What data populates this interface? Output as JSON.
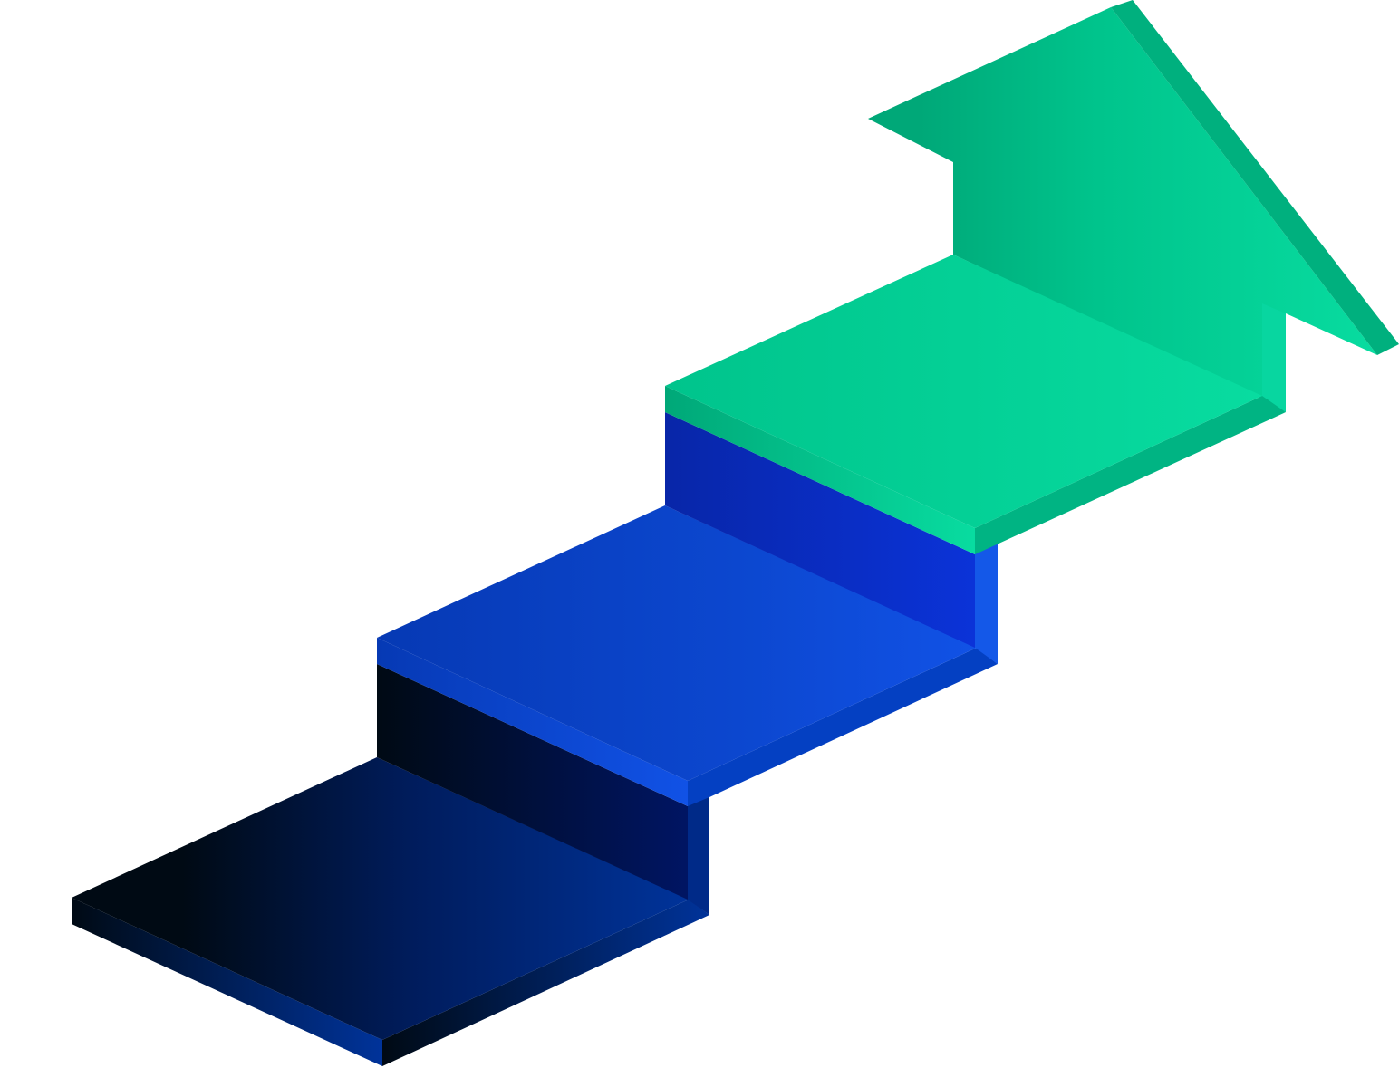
{
  "diagram": {
    "steps": [
      {
        "id": "step-1"
      },
      {
        "id": "step-2"
      },
      {
        "id": "step-3"
      }
    ],
    "arrow": {
      "id": "growth-arrow"
    }
  },
  "colors": {
    "background": "#ffffff",
    "step1_dark": "#000a14",
    "step1_mid": "#001c5c",
    "step1_light": "#00339a",
    "step2_dark": "#0639b4",
    "step2_mid": "#0c47cf",
    "step2_light": "#1152e6",
    "step2_riser": "#001563",
    "step3_riser_dark": "#0826a8",
    "step3_riser_light": "#0b33d8",
    "green_dark": "#00a878",
    "green_mid": "#00c48c",
    "green_light": "#08dca0"
  }
}
